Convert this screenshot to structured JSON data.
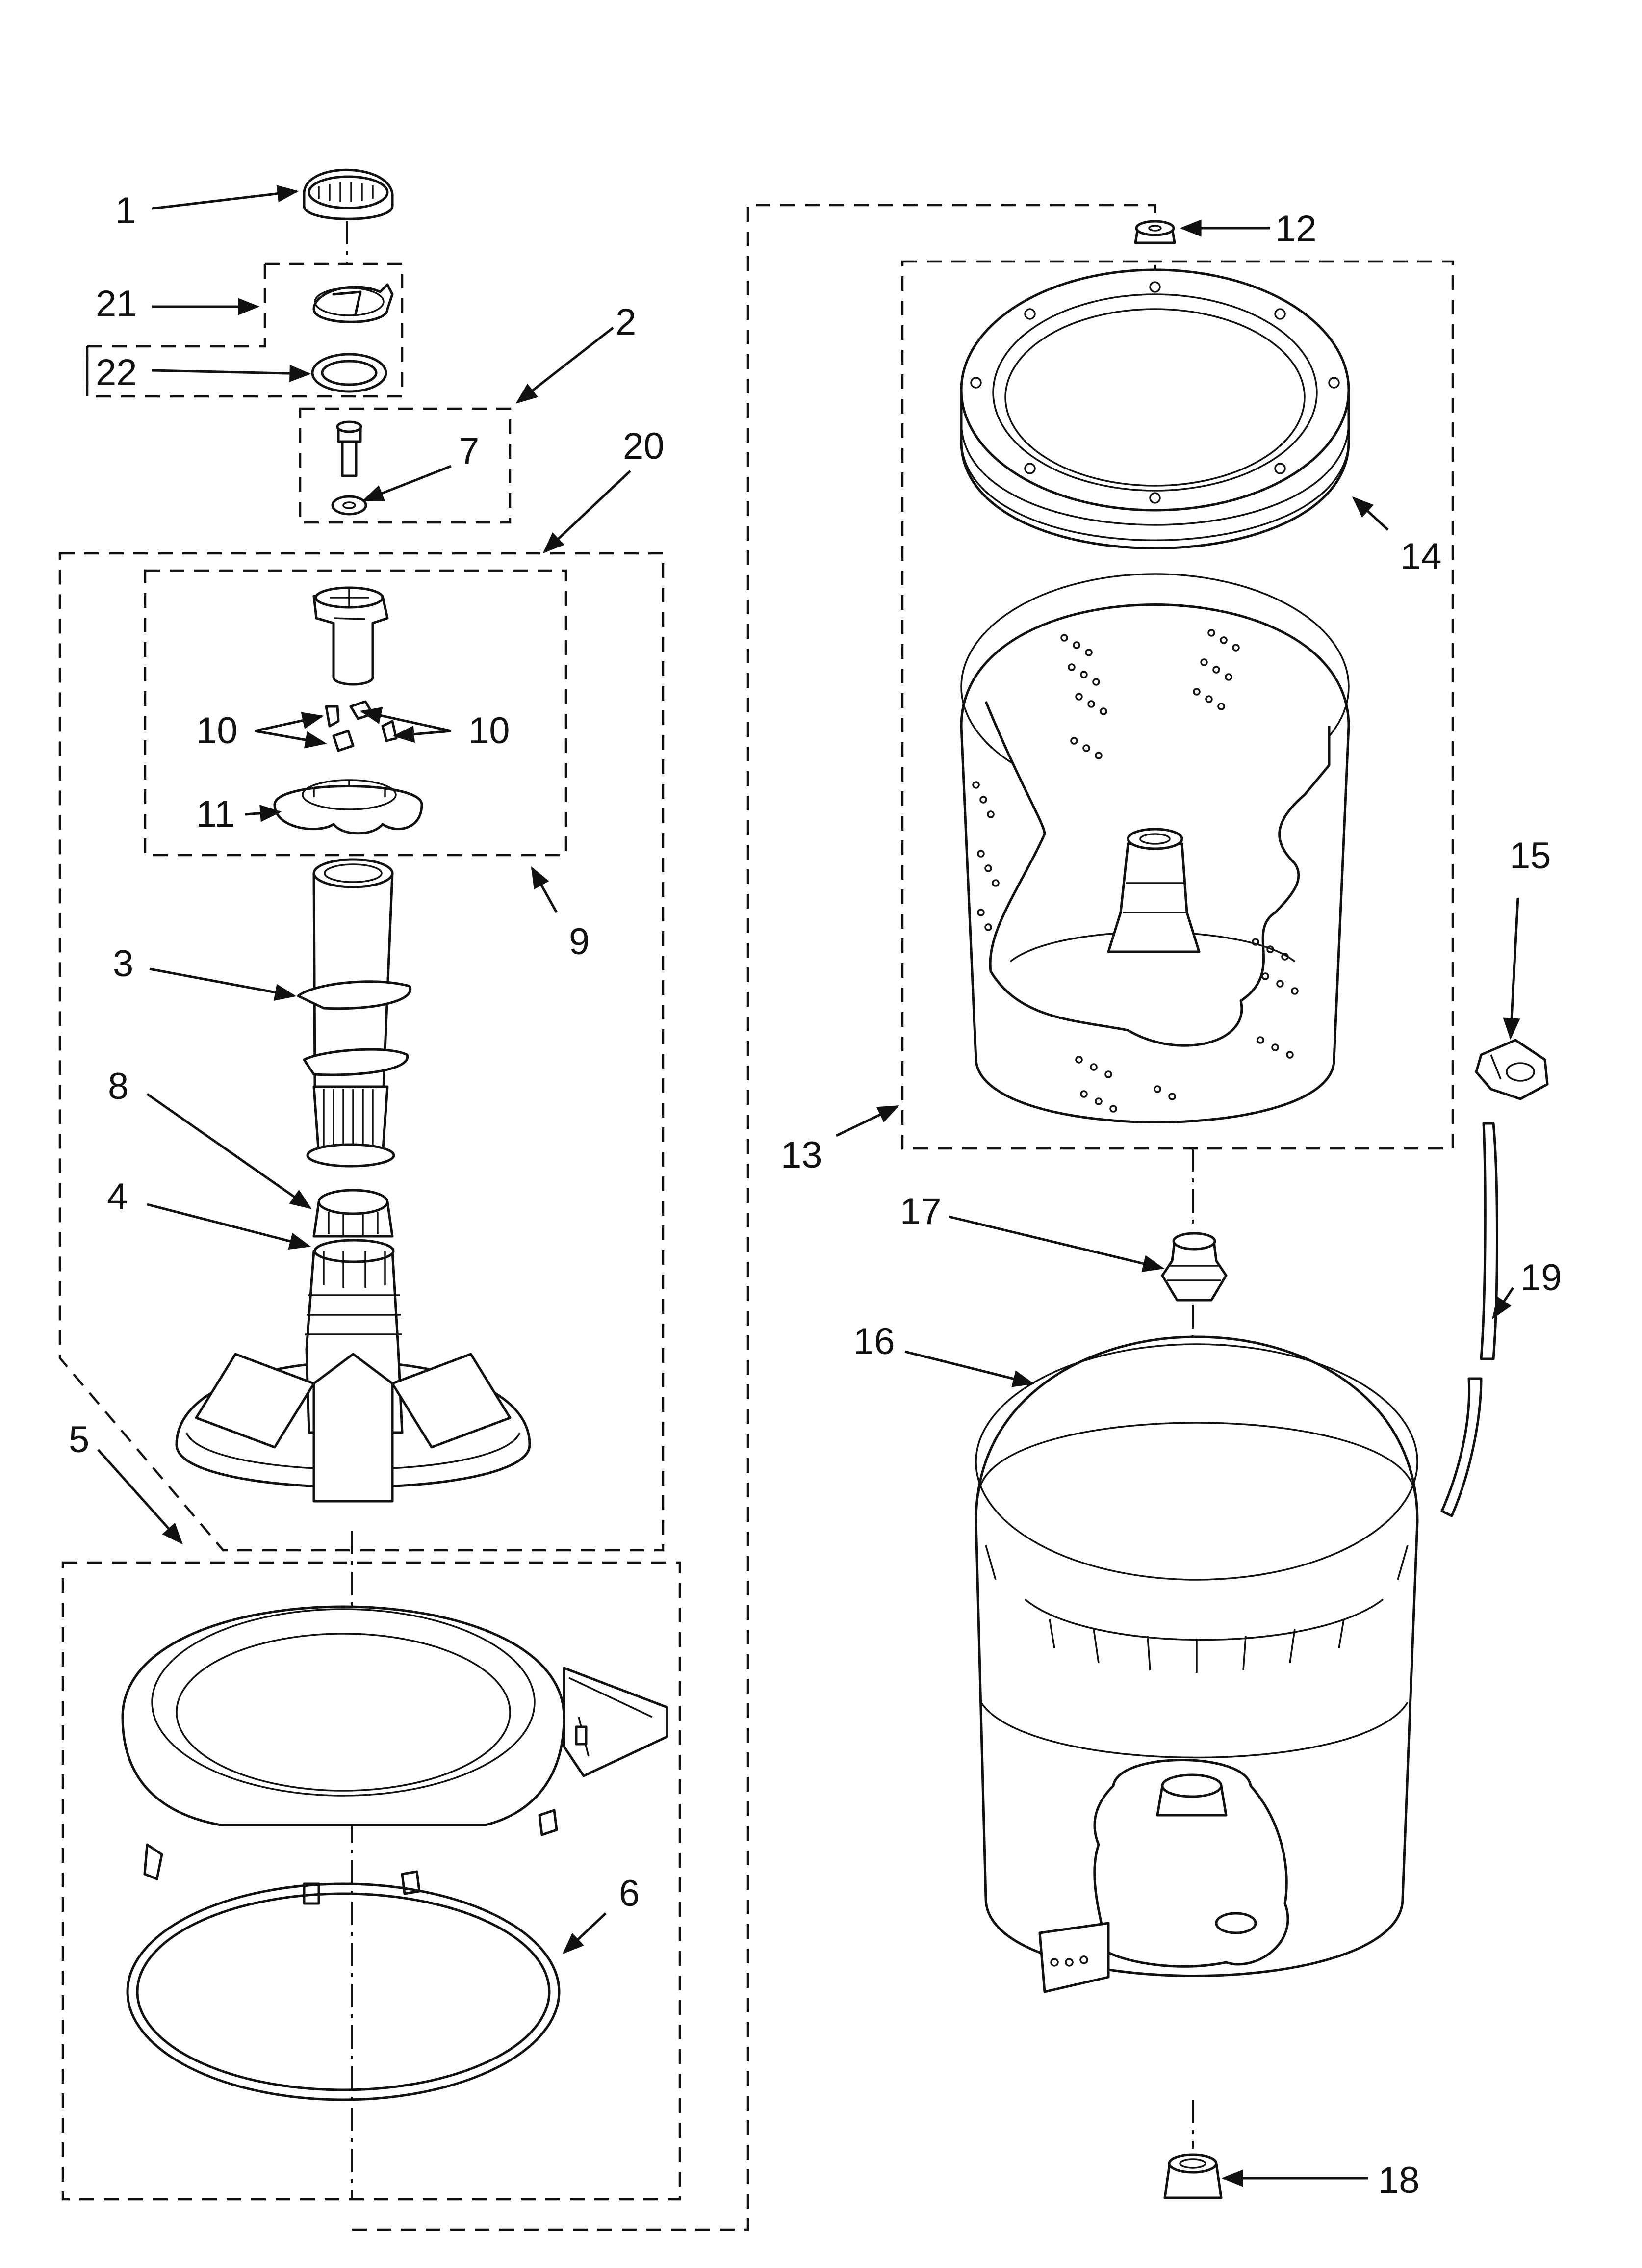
{
  "callouts": [
    {
      "id": "1",
      "text": "1"
    },
    {
      "id": "2",
      "text": "2"
    },
    {
      "id": "3",
      "text": "3"
    },
    {
      "id": "4",
      "text": "4"
    },
    {
      "id": "5",
      "text": "5"
    },
    {
      "id": "6",
      "text": "6"
    },
    {
      "id": "7",
      "text": "7"
    },
    {
      "id": "8",
      "text": "8"
    },
    {
      "id": "9",
      "text": "9"
    },
    {
      "id": "10a",
      "text": "10"
    },
    {
      "id": "10b",
      "text": "10"
    },
    {
      "id": "11",
      "text": "11"
    },
    {
      "id": "12",
      "text": "12"
    },
    {
      "id": "13",
      "text": "13"
    },
    {
      "id": "14",
      "text": "14"
    },
    {
      "id": "15",
      "text": "15"
    },
    {
      "id": "16",
      "text": "16"
    },
    {
      "id": "17",
      "text": "17"
    },
    {
      "id": "18",
      "text": "18"
    },
    {
      "id": "19",
      "text": "19"
    },
    {
      "id": "20",
      "text": "20"
    },
    {
      "id": "21",
      "text": "21"
    },
    {
      "id": "22",
      "text": "22"
    }
  ]
}
